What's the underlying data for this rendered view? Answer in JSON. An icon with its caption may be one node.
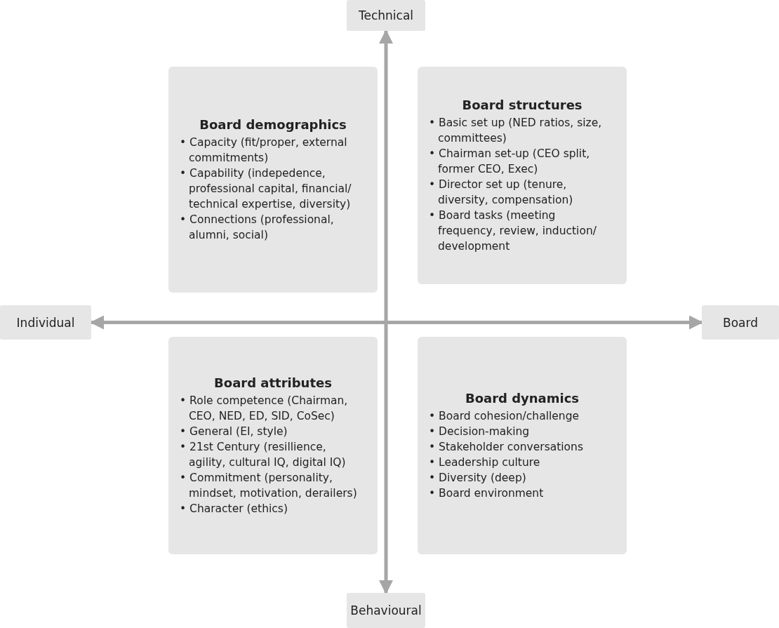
{
  "diagram": {
    "nodes": [
      {
        "text": [
          "Technical"
        ]
      },
      {
        "text": [
          "Board demographics",
          "• Capacity (fit/proper, external commitments)",
          "• Capability (indepedence, professional capital, financial/ technical expertise, diversity)",
          "• Connections (professional, alumni, social)"
        ]
      },
      {
        "text": [
          "Board structures",
          "• Basic set up (NED ratios, size, committees)",
          "• Chairman set-up (CEO split, former CEO, Exec)",
          "• Director set up (tenure, diversity, compensation)",
          "• Board tasks (meeting frequency, review, induction/ development"
        ]
      },
      {
        "text": [
          "Individual"
        ]
      },
      {
        "text": [
          "Board"
        ]
      },
      {
        "text": [
          "Board attributes",
          "• Role competence (Chairman, CEO, NED, ED, SID, CoSec)",
          "• General (EI, style)",
          "• 21st Century (resillience, agility, cultural IQ, digital IQ)",
          "• Commitment (personality, mindset, motivation, derailers)",
          "• Character (ethics)"
        ]
      },
      {
        "text": [
          "Board dynamics",
          "• Board cohesion/challenge",
          "• Decision-making",
          "• Stakeholder conversations",
          "• Leadership culture",
          "• Diversity (deep)",
          "• Board environment"
        ]
      },
      {
        "text": [
          "Behavioural"
        ]
      }
    ],
    "edges": [
      {
        "from": 3,
        "to": 4,
        "arrow": "both"
      },
      {
        "from": 0,
        "to": 7,
        "arrow": "both"
      }
    ]
  }
}
